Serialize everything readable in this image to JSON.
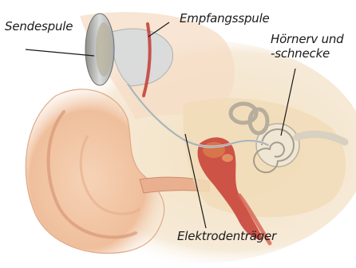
{
  "labels": {
    "sendespule": "Sendespule",
    "empfangsspule": "Empfangsspule",
    "hoernerv_line1": "Hörnerv und",
    "hoernerv_line2": "-schnecke",
    "elektrodentraeger": "Elektrodenträger"
  },
  "colors": {
    "skin": "#f2c7a6",
    "skin_shadow": "#e3a784",
    "bone": "#f4e2c3",
    "canal": "#c9443a",
    "coil": "#bfc6cc",
    "nerve": "#d8d0c0",
    "leader_line": "#1a1a1a"
  }
}
